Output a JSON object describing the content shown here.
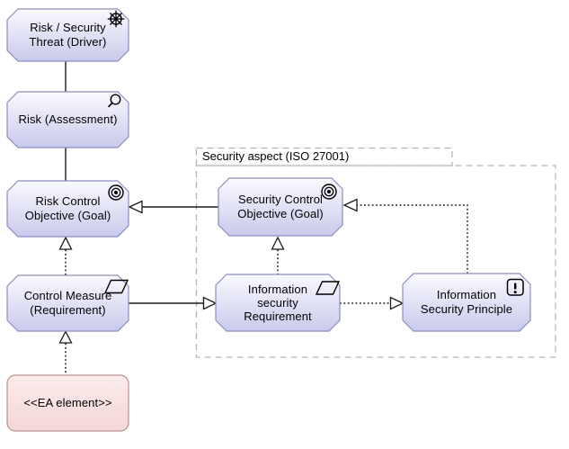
{
  "group": {
    "label": "Security aspect (ISO 27001)"
  },
  "nodes": {
    "threat": {
      "lines": [
        "Risk / Security",
        "Threat (Driver)"
      ],
      "icon": "helm-icon"
    },
    "risk": {
      "lines": [
        "Risk (Assessment)"
      ],
      "icon": "magnifier-icon"
    },
    "rco": {
      "lines": [
        "Risk Control",
        "Objective (Goal)"
      ],
      "icon": "goal-icon"
    },
    "cm": {
      "lines": [
        "Control Measure",
        "(Requirement)"
      ],
      "icon": "requirement-icon"
    },
    "ea": {
      "lines": [
        "<<EA element>>"
      ],
      "icon": "none"
    },
    "sco": {
      "lines": [
        "Security Control",
        "Objective (Goal)"
      ],
      "icon": "goal-icon"
    },
    "isr": {
      "lines": [
        "Information",
        "security",
        "Requirement"
      ],
      "icon": "requirement-icon"
    },
    "isp": {
      "lines": [
        "Information",
        "Security Principle"
      ],
      "icon": "principle-icon"
    }
  },
  "edges": [
    {
      "from": "Risk / Security Threat (Driver)",
      "to": "Risk (Assessment)",
      "line": "solid",
      "arrow": "none"
    },
    {
      "from": "Risk (Assessment)",
      "to": "Risk Control Objective (Goal)",
      "line": "solid",
      "arrow": "none"
    },
    {
      "from": "Security Control Objective (Goal)",
      "to": "Risk Control Objective (Goal)",
      "line": "solid",
      "arrow": "hollow-triangle"
    },
    {
      "from": "Control Measure (Requirement)",
      "to": "Risk Control Objective (Goal)",
      "line": "dotted",
      "arrow": "hollow-triangle"
    },
    {
      "from": "<<EA element>>",
      "to": "Control Measure (Requirement)",
      "line": "dotted",
      "arrow": "hollow-triangle"
    },
    {
      "from": "Control Measure (Requirement)",
      "to": "Information security Requirement",
      "line": "solid",
      "arrow": "hollow-triangle"
    },
    {
      "from": "Information security Requirement",
      "to": "Security Control Objective (Goal)",
      "line": "dotted",
      "arrow": "hollow-triangle"
    },
    {
      "from": "Information security Requirement",
      "to": "Information Security Principle",
      "line": "dotted",
      "arrow": "hollow-triangle"
    },
    {
      "from": "Information Security Principle",
      "to": "Security Control Objective (Goal)",
      "line": "dotted",
      "arrow": "hollow-triangle"
    }
  ],
  "colors": {
    "node_fill_top": "#fafaff",
    "node_fill_bottom": "#c9c9ec",
    "node_border": "#8c8cbe",
    "ea_fill_top": "#fcebeb",
    "ea_fill_bottom": "#f4d6d6",
    "ea_border": "#bb8f8f",
    "group_border": "#b3b3b3",
    "line": "#1a1a1a"
  }
}
